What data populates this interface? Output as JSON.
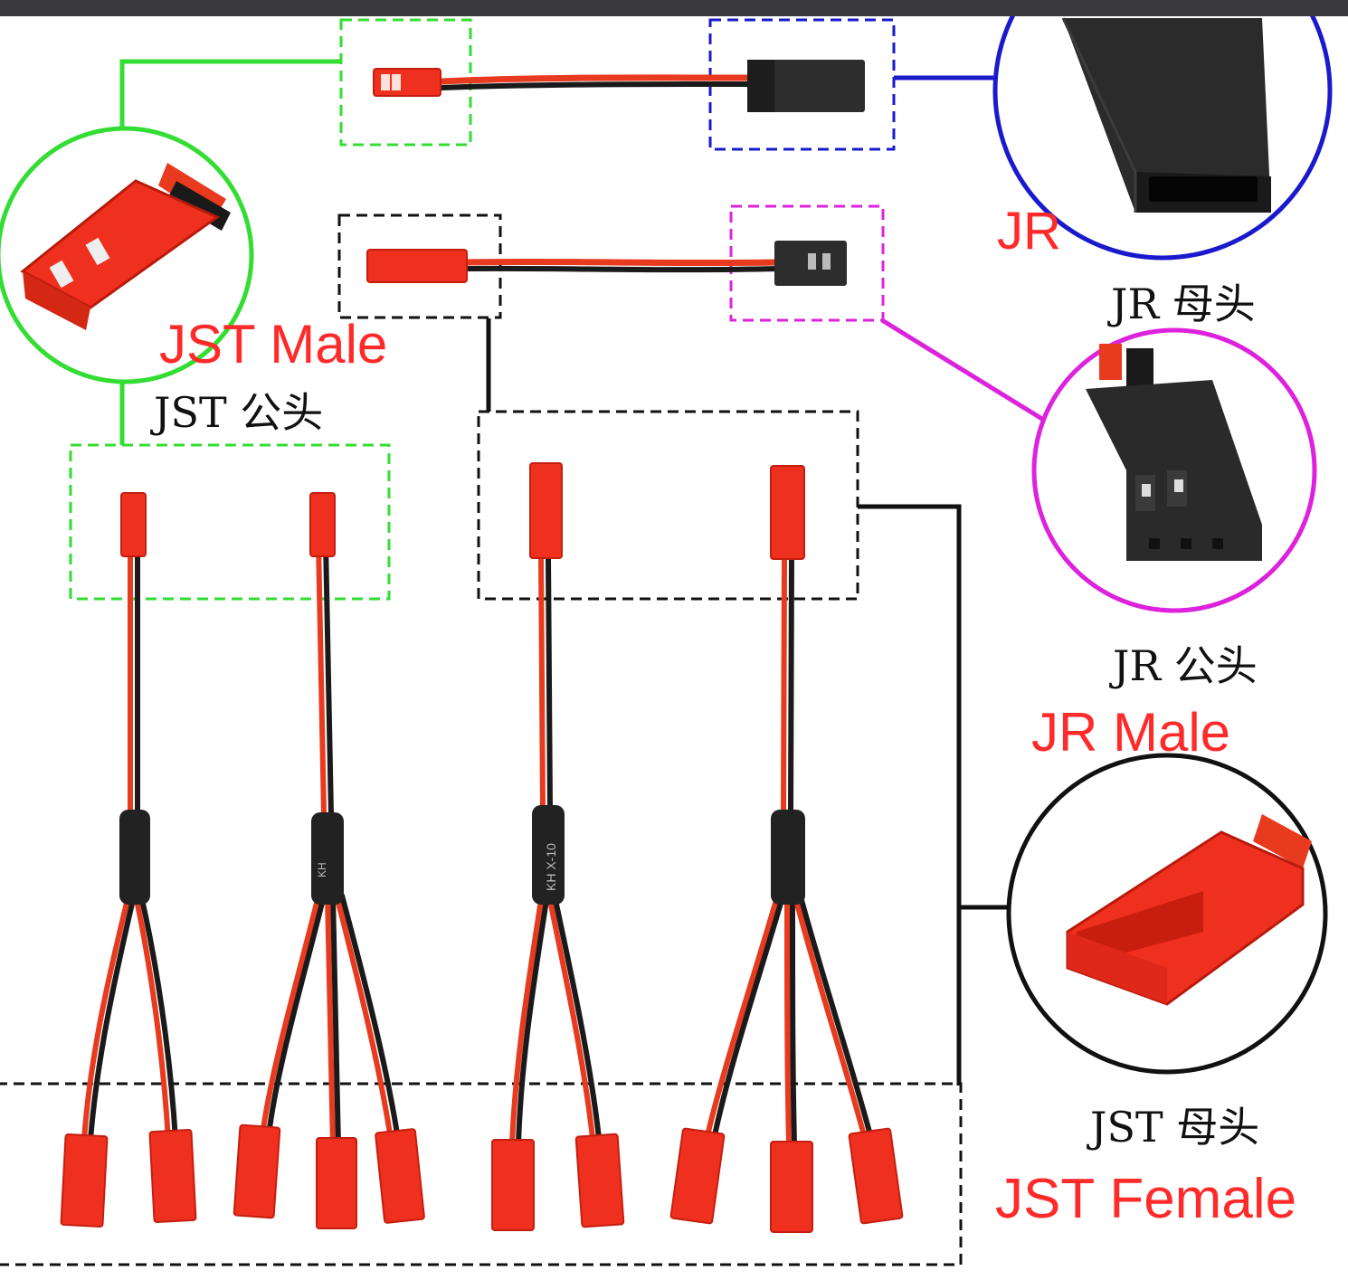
{
  "colors": {
    "jst_red": "#f0301e",
    "jst_red_dark": "#c41e10",
    "jr_black": "#2a2a2a",
    "label_red": "#ff2a2a",
    "green_box": "#33dd33",
    "blue_box": "#1a1acc",
    "magenta_box": "#dd22dd",
    "black_box": "#111111"
  },
  "labels": {
    "jr_en": "JR",
    "jr_female_cn": "JR 母头",
    "jst_male_en": "JST Male",
    "jst_male_cn": "JST 公头",
    "jr_male_cn": "JR 公头",
    "jr_male_en": "JR Male",
    "jst_female_cn": "JST 母头",
    "jst_female_en": "JST Female"
  },
  "icons": {
    "jst_male_callout": "jst-male-connector-closeup",
    "jr_female_callout": "jr-female-connector-closeup",
    "jr_male_callout": "jr-male-connector-closeup",
    "jst_female_callout": "jst-female-connector-closeup"
  },
  "cables": [
    {
      "name": "jst-male-to-jr-female-adapter"
    },
    {
      "name": "jst-female-to-jr-male-adapter"
    },
    {
      "name": "jst-male-1-to-2-splitter"
    },
    {
      "name": "jst-male-1-to-3-splitter"
    },
    {
      "name": "jst-female-1-to-2-splitter"
    },
    {
      "name": "jst-female-1-to-3-splitter"
    }
  ],
  "sleeve_text": [
    "KH",
    "KH X-10"
  ]
}
